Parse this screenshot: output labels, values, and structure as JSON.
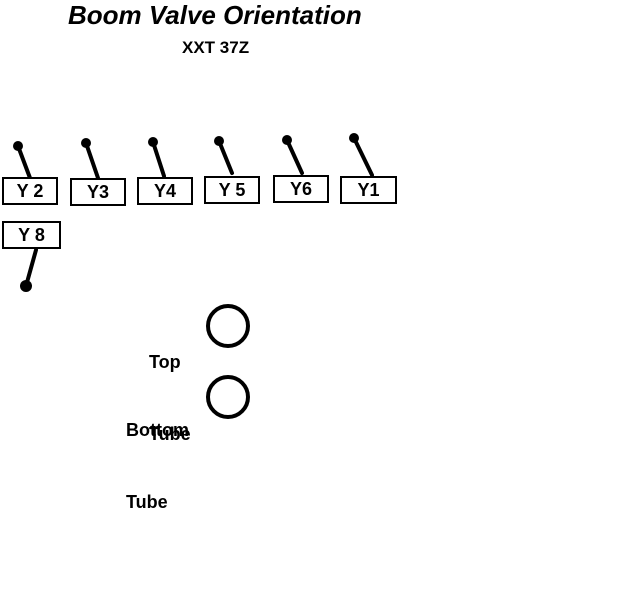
{
  "title": "Boom Valve Orientation",
  "subtitle": "XXT 37Z",
  "valves": [
    {
      "label": "Y 2"
    },
    {
      "label": "Y3"
    },
    {
      "label": "Y4"
    },
    {
      "label": "Y 5"
    },
    {
      "label": "Y6"
    },
    {
      "label": "Y1"
    },
    {
      "label": "Y 8"
    }
  ],
  "tubes": {
    "top": {
      "line1": "Top",
      "line2": "Tube"
    },
    "bottom": {
      "line1": "Bottom",
      "line2": "Tube"
    }
  }
}
